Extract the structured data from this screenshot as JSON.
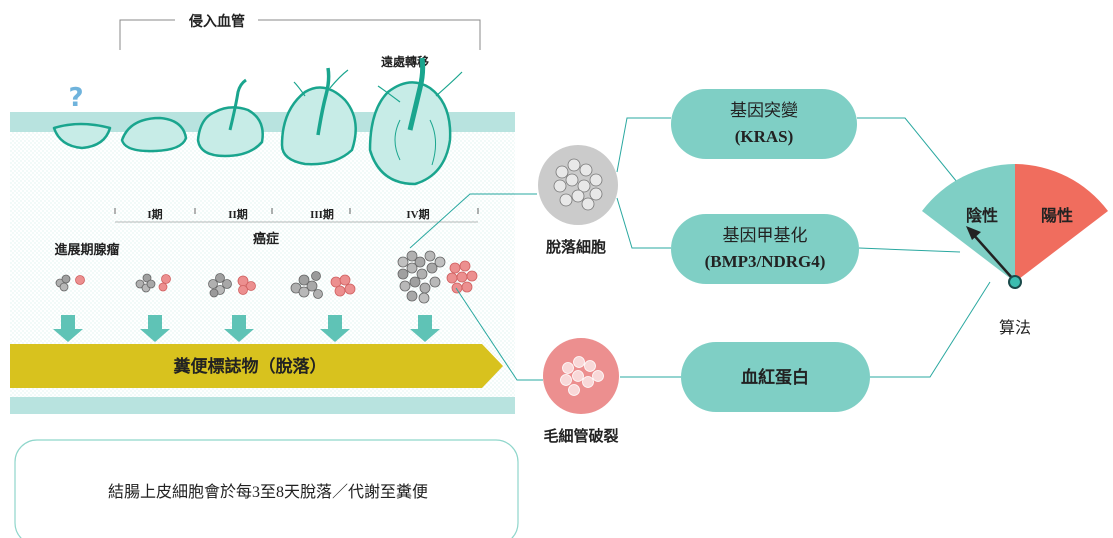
{
  "invasion": {
    "title": "侵入血管",
    "metastasis": "遠處轉移",
    "question": "?"
  },
  "stages": [
    {
      "label": "I期"
    },
    {
      "label": "II期"
    },
    {
      "label": "III期"
    },
    {
      "label": "IV期"
    }
  ],
  "labels": {
    "advanced_adenoma": "進展期腺瘤",
    "cancer": "癌症",
    "stool_marker": "糞便標誌物（脫落）",
    "exfoliated_cells": "脫落細胞",
    "capillary_rupture": "毛細管破裂",
    "algorithm": "算法",
    "caption": "結腸上皮細胞會於每3至8天脫落／代謝至糞便"
  },
  "markers": {
    "gene_mutation": {
      "line1": "基因突變",
      "line2": "(KRAS)"
    },
    "methylation": {
      "line1": "基因甲基化",
      "line2": "(BMP3/NDRG4)"
    },
    "hemoglobin": {
      "line1": "血紅蛋白"
    }
  },
  "gauge": {
    "negative": "陰性",
    "positive": "陽性"
  },
  "colors": {
    "teal": "#7fcfc5",
    "teal_dark": "#1aa58e",
    "band": "#b8e3df",
    "yellow_arrow": "#d8c21e",
    "positive_red": "#f06d5e",
    "pink_cell": "#ec8f8f",
    "gray_cell": "#a7a7a7"
  }
}
